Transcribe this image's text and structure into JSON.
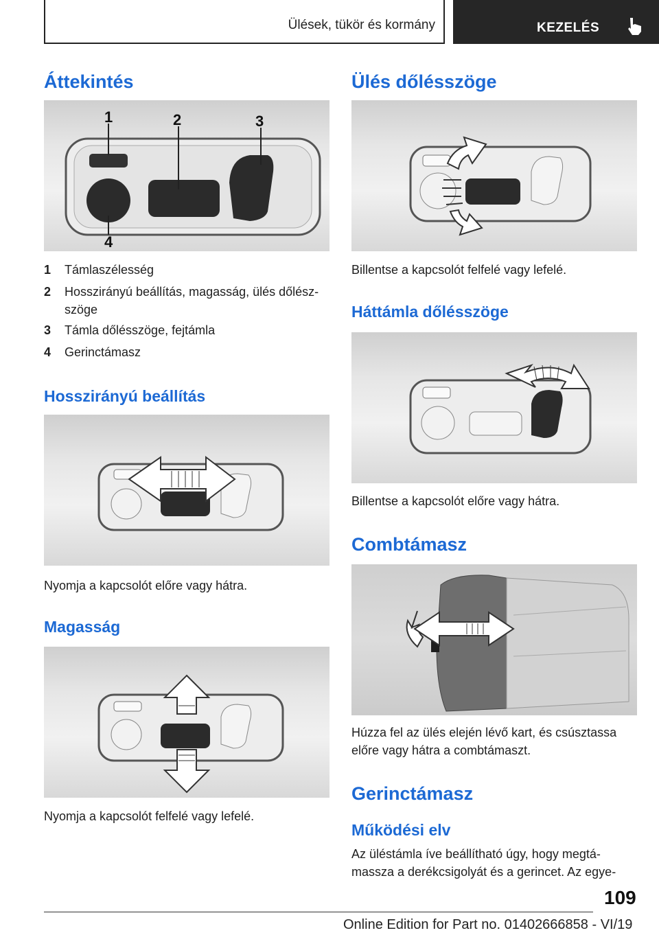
{
  "header": {
    "section_title": "Ülések, tükör és kormány",
    "tab_label": "KEZELÉS"
  },
  "left": {
    "overview_heading": "Áttekintés",
    "items": [
      {
        "num": "1",
        "text": "Támlaszélesség"
      },
      {
        "num": "2",
        "text": "Hosszirányú beállítás, magasság, ülés dőlész‐ szöge"
      },
      {
        "num": "3",
        "text": "Támla dőlésszöge, fejtámla"
      },
      {
        "num": "4",
        "text": "Gerinctámasz"
      }
    ],
    "fig1_labels": [
      "1",
      "2",
      "3",
      "4"
    ],
    "longitudinal_heading": "Hosszirányú beállítás",
    "longitudinal_text": "Nyomja a kapcsolót előre vagy hátra.",
    "height_heading": "Magasság",
    "height_text": "Nyomja a kapcsolót felfelé vagy lefelé."
  },
  "right": {
    "tilt_heading": "Ülés dőlésszöge",
    "tilt_text": "Billentse a kapcsolót felfelé vagy lefelé.",
    "backrest_heading": "Háttámla dőlésszöge",
    "backrest_text": "Billentse a kapcsolót előre vagy hátra.",
    "thigh_heading": "Combtámasz",
    "thigh_text_1": "Húzza fel az ülés elején lévő kart, és csúsztassa",
    "thigh_text_2": "előre vagy hátra a combtámaszt.",
    "lumbar_heading": "Gerinctámasz",
    "principle_heading": "Működési elv",
    "principle_text_1": "Az üléstámla íve beállítható úgy, hogy megtá‐",
    "principle_text_2": "massza a derékcsigolyát és a gerincet. Az egye‐"
  },
  "footer": {
    "page_number": "109",
    "edition": "Online Edition for Part no. 01402666858 - VI/19"
  },
  "colors": {
    "heading": "#1c69d4",
    "header_tab_bg": "#262626"
  }
}
